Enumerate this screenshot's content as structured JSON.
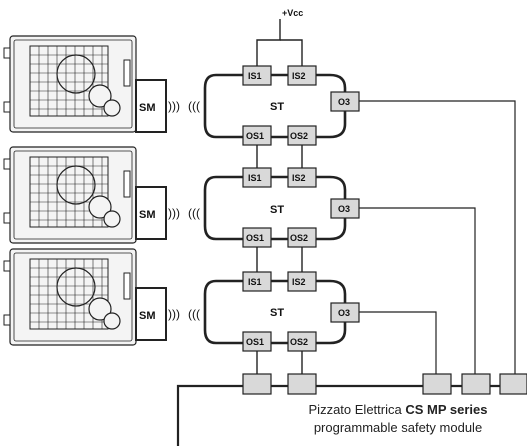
{
  "vcc": "+Vcc",
  "labels": {
    "sm": "SM",
    "st": "ST",
    "is1": "IS1",
    "is2": "IS2",
    "os1": "OS1",
    "os2": "OS2",
    "o3": "O3",
    "wave_out": ")))",
    "wave_in": "((("
  },
  "caption": {
    "brand": "Pizzato Elettrica ",
    "series": "CS MP series",
    "line2": "programmable safety module"
  },
  "colors": {
    "line": "#222222",
    "box_fill": "#d9d9d9",
    "machine_fill": "#f4f4f4"
  }
}
